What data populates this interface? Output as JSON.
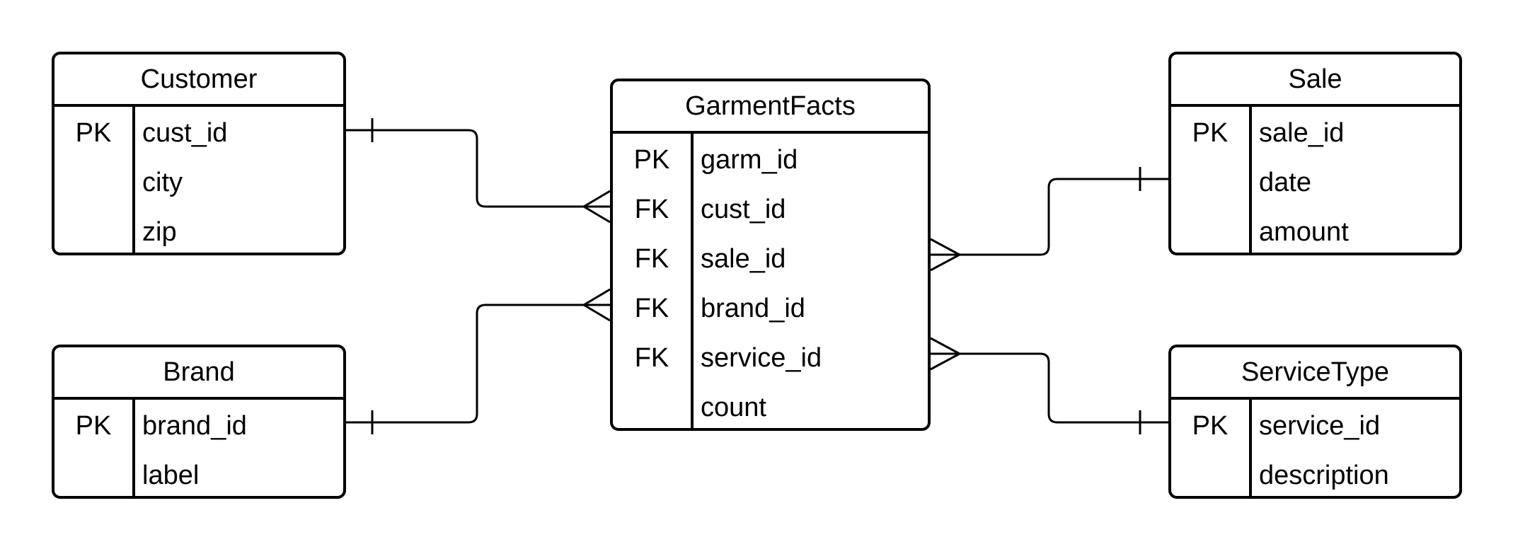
{
  "entities": {
    "customer": {
      "title": "Customer",
      "rows": [
        {
          "key": "PK",
          "name": "cust_id"
        },
        {
          "key": "",
          "name": "city"
        },
        {
          "key": "",
          "name": "zip"
        }
      ]
    },
    "brand": {
      "title": "Brand",
      "rows": [
        {
          "key": "PK",
          "name": "brand_id"
        },
        {
          "key": "",
          "name": "label"
        }
      ]
    },
    "garmentfacts": {
      "title": "GarmentFacts",
      "rows": [
        {
          "key": "PK",
          "name": "garm_id"
        },
        {
          "key": "FK",
          "name": "cust_id"
        },
        {
          "key": "FK",
          "name": "sale_id"
        },
        {
          "key": "FK",
          "name": "brand_id"
        },
        {
          "key": "FK",
          "name": "service_id"
        },
        {
          "key": "",
          "name": "count"
        }
      ]
    },
    "sale": {
      "title": "Sale",
      "rows": [
        {
          "key": "PK",
          "name": "sale_id"
        },
        {
          "key": "",
          "name": "date"
        },
        {
          "key": "",
          "name": "amount"
        }
      ]
    },
    "servicetype": {
      "title": "ServiceType",
      "rows": [
        {
          "key": "PK",
          "name": "service_id"
        },
        {
          "key": "",
          "name": "description"
        }
      ]
    }
  },
  "relationships": [
    {
      "from": "customer",
      "to": "garmentfacts",
      "from_cardinality": "one",
      "to_cardinality": "many"
    },
    {
      "from": "brand",
      "to": "garmentfacts",
      "from_cardinality": "one",
      "to_cardinality": "many"
    },
    {
      "from": "sale",
      "to": "garmentfacts",
      "from_cardinality": "one",
      "to_cardinality": "many"
    },
    {
      "from": "servicetype",
      "to": "garmentfacts",
      "from_cardinality": "one",
      "to_cardinality": "many"
    }
  ],
  "colors": {
    "stroke": "#000000",
    "background": "#ffffff"
  }
}
